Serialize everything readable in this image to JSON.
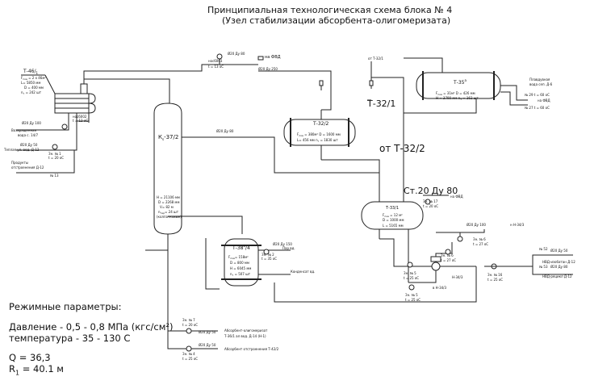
{
  "title": {
    "line1": "Принципиальная технологическая схема блока № 4",
    "line2": "(Узел стабилизации абсорбента-олигомеризата)"
  },
  "equipment": {
    "t46": {
      "name": "Т-46/",
      "sub": "1",
      "f": "F",
      "f_sub": "пов",
      "f_val": " = 2 х 46м²",
      "l": "L= 5850 мм",
      "d": "D = 400 мм",
      "p": "n",
      "p_sub": "т",
      "p_val": " = 242 шт"
    },
    "k37": {
      "name": "К",
      "sub": "s",
      "name2": "-37/2",
      "h": "Н = 21106 мм",
      "d": "D = 2268 мм",
      "v": "V= 82 м",
      "n": "n",
      "n_sub": "тар",
      "n_val": "= 24 шт",
      "note": "(колпачковые)"
    },
    "t32": {
      "name": "Т-32/2",
      "f": "F",
      "f_sub": "пов",
      "f_val": " = 380м²  D = 1600 мм",
      "l": "L= 456 мм  n",
      "l_sub": "т",
      "l_val": " = 1830 шт"
    },
    "t35": {
      "name": "Т-35",
      "sup": "а",
      "f": "F",
      "f_sub": "пов",
      "f_val": " = 31м²  D = 426 мм",
      "h": "Н = 3790 мм  n",
      "h_sub": "т",
      "h_val": " = 162 шт"
    },
    "t38": {
      "name": "Т-38",
      "sup": "а",
      "name2": "/4",
      "f": "F",
      "f_sub": "пов",
      "f_val": "= 158м²",
      "d": "D = 800 мм",
      "h": "Н = 6045 мм",
      "n": "n",
      "n_sub": "т",
      "n_val": " = 507 шт"
    },
    "t33": {
      "name": "Т-33/1",
      "f": "F",
      "f_sub": "пов",
      "f_val": " = 12 м²",
      "d": "D = 1000 мм",
      "l": "L = 5165 мм"
    },
    "h34": {
      "name": "Н-34/3"
    }
  },
  "labels": {
    "nos6003": "нос6003",
    "t13": "t = 13 oC",
    "nos6002": "нос6002",
    "t12": "t = 12 oC",
    "ot_t32_1": "от Т-32/1",
    "t32_1_big": "Т-32/1",
    "t32_2_big": "от Т-32/2",
    "st20": "Ст.20",
    "du80_big": "Ду 80",
    "na_fvd_top": "на ФВД",
    "na_fvd_mid": "на ФВД",
    "na_fvd_right": "на ФВД",
    "du80_top": "Ø20 Ду 80",
    "du250": "Ø20 Ду 250",
    "du80_k37": "Ø20 Ду 80",
    "du100_left": "Ø20 Ду 100",
    "vozvr": "Возвращенная",
    "vozvr2": "вода с. 14/7",
    "du50_left": "Ø20 Ду 50",
    "teplo": "Теплая ул. вод. Д-12",
    "zn1": "Зн. № 1",
    "t20a": "t = 20 oC",
    "produkty": "Продукты",
    "produkty2": "отстроенения Д-12",
    "n13": "№ 13",
    "plavduk": "Плавдувная",
    "plavduk2": "вода сеп. Д-6",
    "n29": "№ 29 t = 60 oC",
    "n27": "№ 27 t = 60 oC",
    "na_fvd_t35": "на ФВД",
    "du150": "Ø20 Ду 150",
    "par": "Пар вд.",
    "zn2": "Зн. № 2",
    "t35c": "t = 35 oC",
    "kond": "Конденсат вд.",
    "zn17": "Зн. № 17",
    "t20b": "t = 20 oC",
    "du100_r": "Ø20 Ду 100",
    "nn34_top": "н Н-34/3",
    "zn6": "Зн. № 6",
    "t27a": "t = 27 oC",
    "zn6b": "Зн. № 6",
    "t27b": "t = 27 oC",
    "h34_3": "Н-34/3",
    "zn5": "Зн. № 5",
    "t25a": "t = 25 oC",
    "zn5b": "Зн. № 5",
    "t25b": "t = 25 oC",
    "nn34_bottom": "в Н-34/3",
    "zn16": "Зн. № 16",
    "t25c": "t = 25 oC",
    "n52": "№ 52",
    "du50_r": "Ø20 Ду 50",
    "nvd": "НВД-изобатан Д-12",
    "n53": "№ 53",
    "du80_r": "Ø20 Ду 80",
    "nvd2": "НВД-рецикл Д-12",
    "zn7": "Зн. № 7",
    "t20c": "t = 20 oC",
    "du50_b1": "Ø20 Ду 50",
    "abs1": "Абсорбент-олигомеризат",
    "abs2": "Т-36/1 ал вод. Д-14 (Н-1)",
    "zn4": "Зн. № 4",
    "t25d": "t = 25 oC",
    "du50_b2": "Ø20 Ду 50",
    "abs3": "Абсорбент отстроенения Т-42/2"
  },
  "params": {
    "heading": "Режимные параметры:",
    "pressure": "Давление - 0,5 - 0,8 МПа (кгс/см²)",
    "temperature": "температура - 35 - 130 С",
    "q": "Q = 36,3",
    "r_label": "R",
    "r_sub": "1",
    "r_val": " = 40.1 м"
  }
}
